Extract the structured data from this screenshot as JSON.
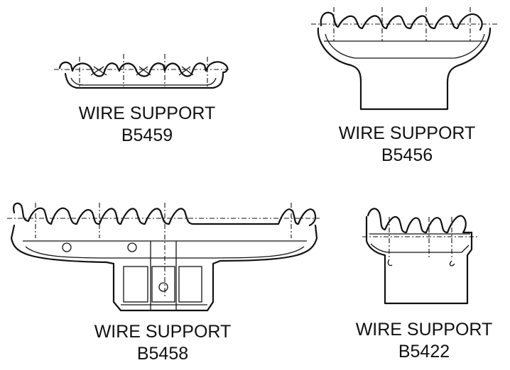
{
  "parts": [
    {
      "id": "b5459",
      "name": "WIRE SUPPORT",
      "number": "B5459"
    },
    {
      "id": "b5456",
      "name": "WIRE SUPPORT",
      "number": "B5456"
    },
    {
      "id": "b5458",
      "name": "WIRE SUPPORT",
      "number": "B5458"
    },
    {
      "id": "b5422",
      "name": "WIRE SUPPORT",
      "number": "B5422"
    }
  ]
}
